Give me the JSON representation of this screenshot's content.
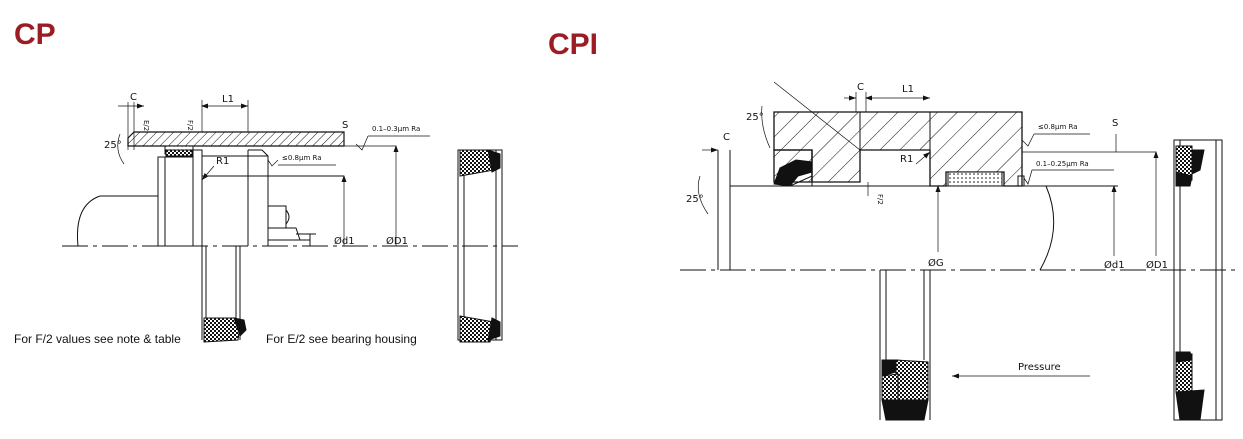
{
  "titles": {
    "left": "CP",
    "right": "CPI"
  },
  "left_drawing": {
    "dims": {
      "c": "C",
      "e_half": "E/2",
      "f_half": "F/2",
      "l1": "L1",
      "r1": "R1",
      "s": "S",
      "angle": "25°",
      "roughness_a": "0.1–0.3µm Ra",
      "roughness_b": "≤0.8µm Ra",
      "d1": "Ød1",
      "D1": "ØD1"
    },
    "notes": {
      "f_note": "For F/2 values see note & table",
      "e_note": "For E/2 see bearing housing"
    }
  },
  "right_drawing": {
    "dims": {
      "c_top": "C",
      "c_left": "C",
      "l1": "L1",
      "r1": "R1",
      "s": "S",
      "angle_top": "25°",
      "angle_left": "25°",
      "f_half": "F/2",
      "roughness_a": "≤0.8µm Ra",
      "roughness_b": "0.1–0.25µm Ra",
      "g": "ØG",
      "d1": "Ød1",
      "D1": "ØD1",
      "pressure": "Pressure"
    }
  }
}
